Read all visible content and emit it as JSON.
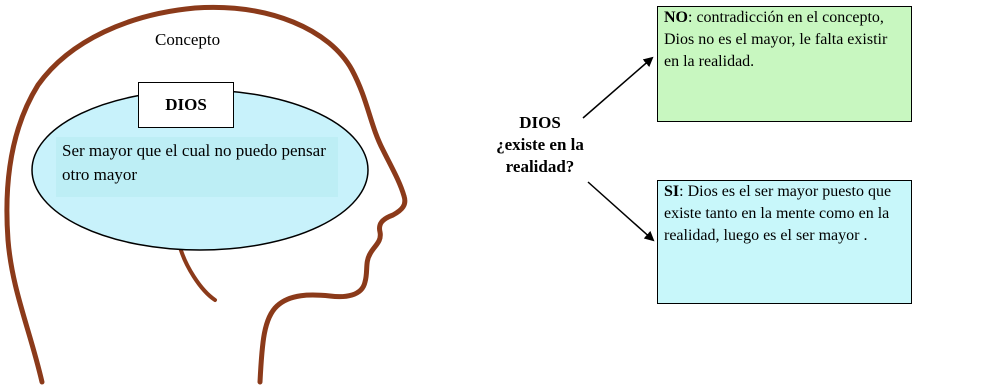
{
  "concept": {
    "label": "Concepto",
    "term": "DIOS",
    "definition": "Ser mayor que el cual no puedo pensar otro mayor"
  },
  "question": {
    "line1": "DIOS",
    "line2": "¿existe en la",
    "line3": "realidad?"
  },
  "answers": {
    "no": {
      "keyword": "NO",
      "text": ": contradicción en el concepto, Dios no es el mayor, le falta existir en la realidad."
    },
    "si": {
      "keyword": "SI",
      "text": ": Dios es el ser mayor puesto que existe tanto en la mente como en la realidad, luego es el ser mayor ."
    }
  },
  "colors": {
    "head_outline": "#8b3a1a",
    "ellipse_fill": "#c8f2fb",
    "no_fill": "#c8f7c0",
    "si_fill": "#c8f7fa"
  }
}
